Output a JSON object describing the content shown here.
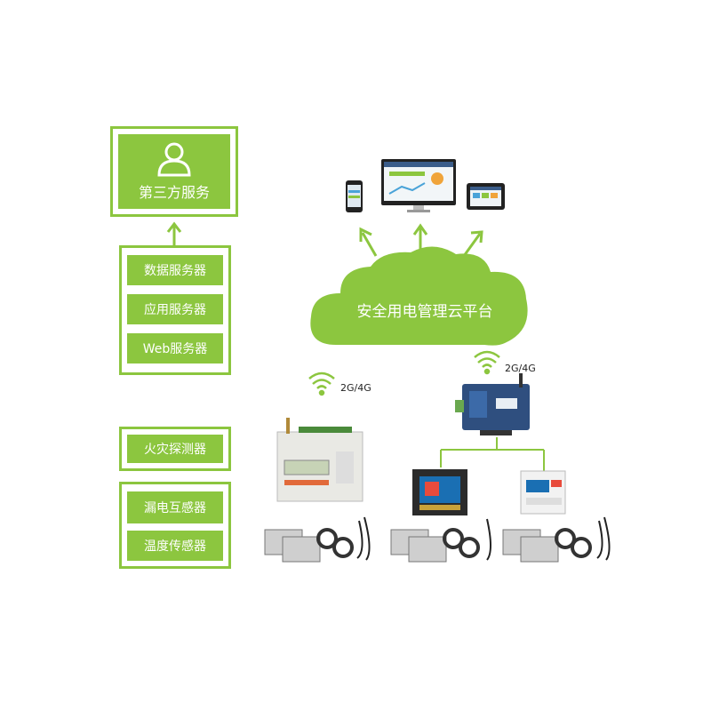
{
  "colors": {
    "accent": "#8cc63f",
    "text": "#ffffff"
  },
  "third_party": {
    "label": "第三方服务",
    "icon": "user-icon"
  },
  "servers": [
    "数据服务器",
    "应用服务器",
    "Web服务器"
  ],
  "sensors_top": [
    "火灾探测器"
  ],
  "sensors_bottom": [
    "漏电互感器",
    "温度传感器"
  ],
  "cloud": {
    "label": "安全用电管理云平台"
  },
  "wireless": {
    "left_label": "2G/4G",
    "right_label": "2G/4G"
  },
  "terminals": [
    "phone-icon",
    "monitor-icon",
    "tablet-icon"
  ],
  "devices": [
    "gateway-device",
    "fire-monitor-device",
    "panel-meter-device",
    "din-meter-device",
    "current-transformer-group"
  ]
}
